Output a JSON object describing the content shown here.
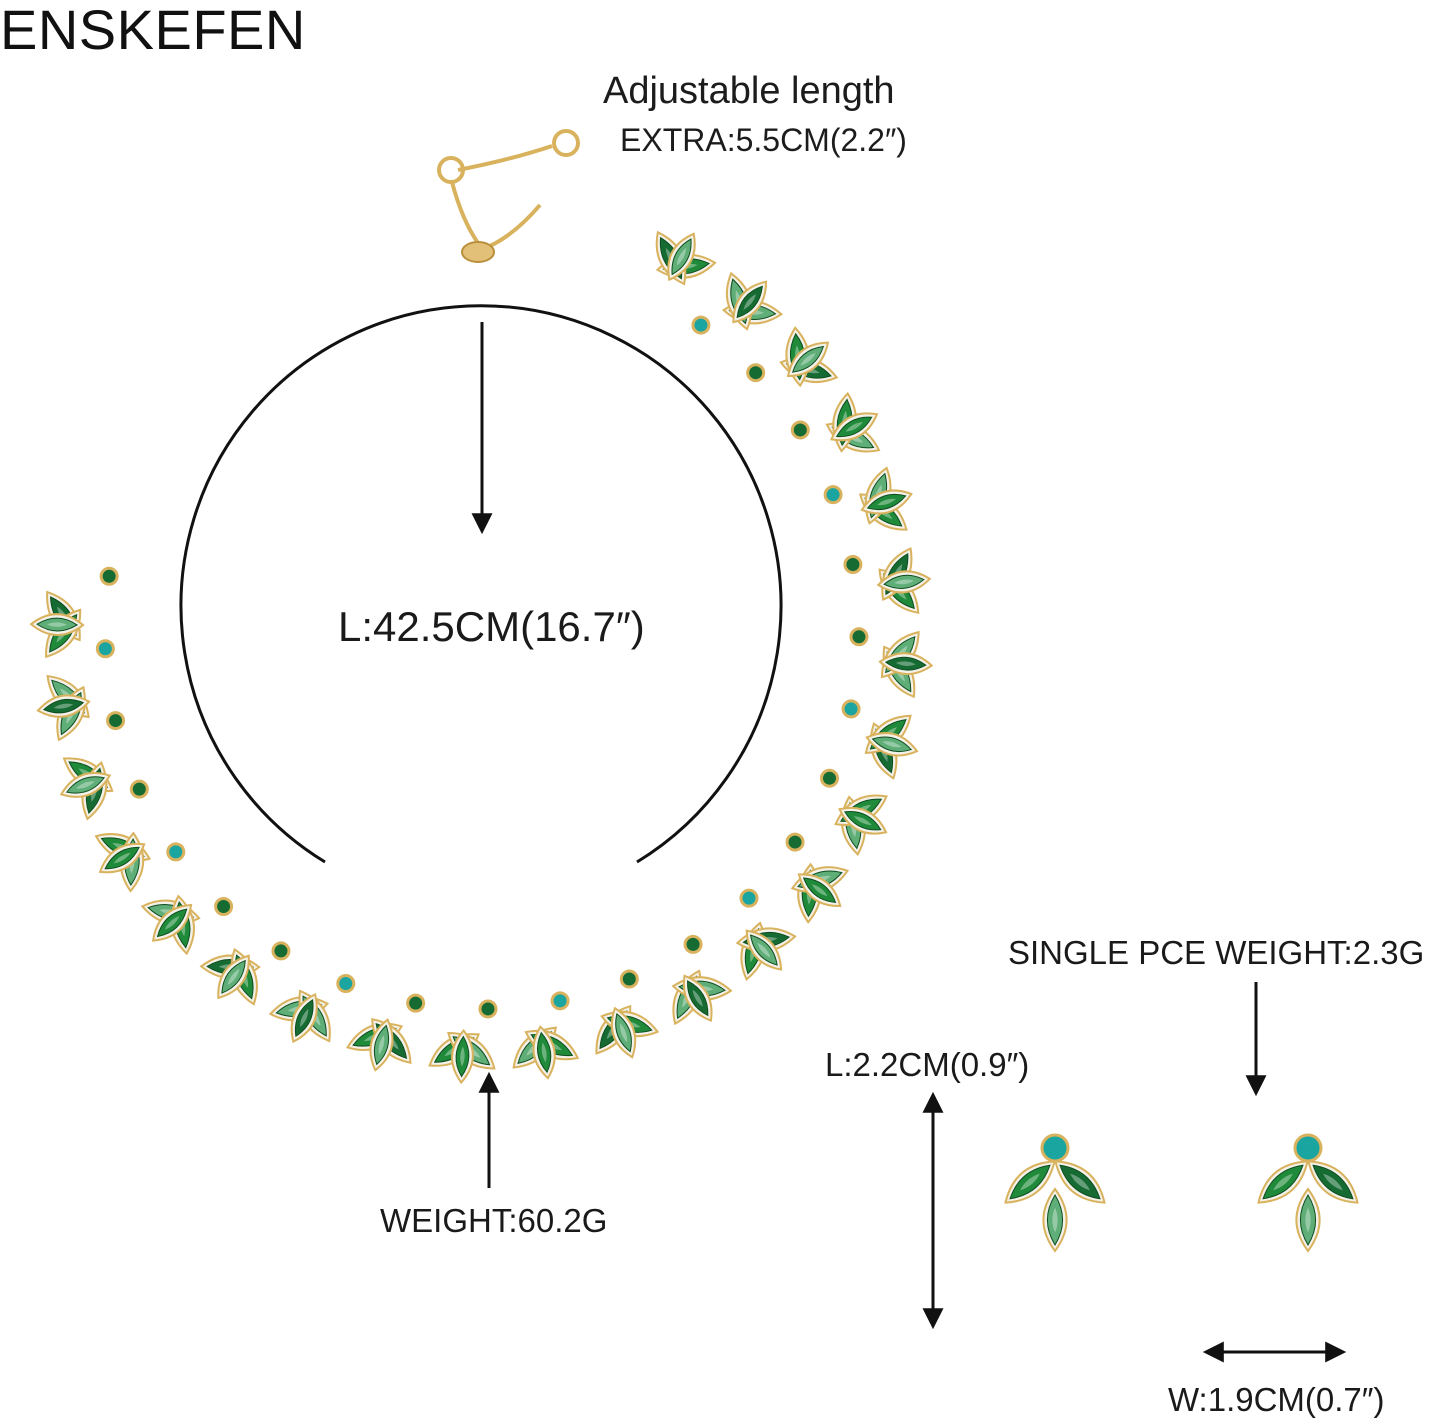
{
  "brand": "ENSKEFEN",
  "extender": {
    "title": "Adjustable length",
    "extra": "EXTRA:5.5CM(2.2″)"
  },
  "necklace": {
    "length": "L:42.5CM(16.7″)",
    "weight": "WEIGHT:60.2G"
  },
  "earrings": {
    "single_weight": "SINGLE PCE WEIGHT:2.3G",
    "length": "L:2.2CM(0.9″)",
    "width": "W:1.9CM(0.7″)"
  },
  "colors": {
    "gold": "#d9b25e",
    "emerald": "#1f8a3a",
    "light_green": "#5fae78",
    "dark_green": "#166b33",
    "teal": "#1aa5a0",
    "rhinestone": "#f4f1e8",
    "line": "#111111"
  }
}
